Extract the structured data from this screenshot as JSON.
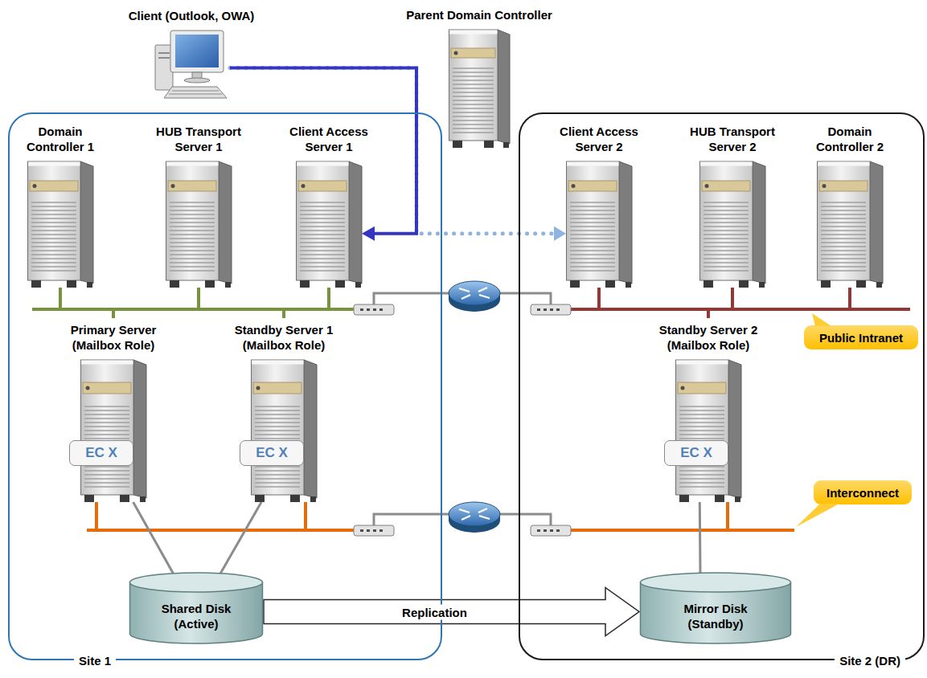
{
  "diagram": {
    "nodes": [
      {
        "text": [
          "Client (Outlook, OWA)"
        ]
      },
      {
        "text": [
          "Parent Domain Controller"
        ]
      },
      {
        "text": [
          "Site 1"
        ]
      },
      {
        "text": [
          "Domain Controller 1"
        ],
        "in": 2
      },
      {
        "text": [
          "HUB Transport Server 1"
        ],
        "in": 2
      },
      {
        "text": [
          "Client Access Server 1"
        ],
        "in": 2
      },
      {
        "text": [
          "Primary Server (Mailbox Role)"
        ],
        "in": 2
      },
      {
        "text": [
          "EC X"
        ],
        "in": 6
      },
      {
        "text": [
          "Standby Server 1 (Mailbox Role)"
        ],
        "in": 2
      },
      {
        "text": [
          "EC X"
        ],
        "in": 8
      },
      {
        "text": [
          "Shared Disk (Active)"
        ],
        "in": 2
      },
      {
        "text": [
          "Site 2 (DR)"
        ]
      },
      {
        "text": [
          "Client Access Server 2"
        ],
        "in": 11
      },
      {
        "text": [
          "HUB Transport Server 2"
        ],
        "in": 11
      },
      {
        "text": [
          "Domain Controller 2"
        ],
        "in": 11
      },
      {
        "text": [
          "Public Intranet"
        ],
        "in": 11
      },
      {
        "text": [
          "Standby Server 2 (Mailbox Role)"
        ],
        "in": 11
      },
      {
        "text": [
          "EC X"
        ],
        "in": 16
      },
      {
        "text": [
          "Interconnect"
        ],
        "in": 11
      },
      {
        "text": [
          "Mirror Disk (Standby)"
        ],
        "in": 11
      }
    ],
    "edges": [
      {
        "from": 0,
        "to": 12,
        "arrow": "to"
      },
      {
        "from": 0,
        "to": 5,
        "arrow": "to"
      },
      {
        "from": 6,
        "to": 10,
        "arrow": "none"
      },
      {
        "from": 8,
        "to": 10,
        "arrow": "none"
      },
      {
        "from": 16,
        "to": 19,
        "arrow": "none"
      },
      {
        "from": 10,
        "to": 19,
        "label": "Replication",
        "arrow": "to"
      }
    ]
  }
}
